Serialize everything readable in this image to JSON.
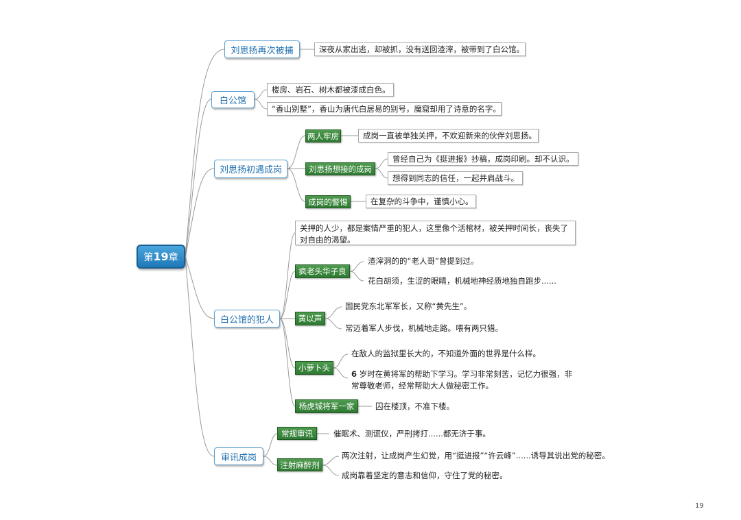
{
  "root": {
    "label_prefix": "第",
    "label_num": "19",
    "label_suffix": "章"
  },
  "branches": {
    "b1": {
      "label": "刘思扬再次被捕",
      "leaf1": "深夜从家出逃，却被抓，没有送回渣滓，被带到了白公馆。"
    },
    "b2": {
      "label": "白公馆",
      "leaf1": "楼房、岩石、树木都被漆成白色。",
      "leaf2": "“香山别墅”，香山为唐代白居易的别号，魔窟却用了诗意的名字。"
    },
    "b3": {
      "label": "刘思扬初遇成岗",
      "t1": "两人牢房",
      "t1_leaf1": "成岗一直被单独关押，不欢迎新来的伙伴刘思扬。",
      "t2": "刘思扬想接的成岗",
      "t2_leaf1": "曾经自己为《挺进报》抄稿，成岗印刷。却不认识。",
      "t2_leaf2": "想得到同志的信任，一起并肩战斗。",
      "t3": "成岗的警惕",
      "t3_leaf1": "在复杂的斗争中，谨慎小心。"
    },
    "b4": {
      "label": "白公馆的犯人",
      "leaf0": "关押的人少，都是案情严重的犯人，这里像个活棺材，被关押时间长，丧失了对自由的渴望。",
      "t1": "疯老头华子良",
      "t1_leaf1": "渣滓洞的的“老人哥”曾提到过。",
      "t1_leaf2": "花白胡须，生涩的眼睛，机械地神经质地独自跑步......",
      "t2": "黄以声",
      "t2_leaf1": "国民党东北军军长，又称“黄先生”。",
      "t2_leaf2": "常迈着军人步伐，机械地走路。喂有两只猎。",
      "t3": "小萝卜头",
      "t3_leaf1": "在敌人的监狱里长大的，不知道外面的世界是什么样。",
      "t3_leaf2_num": "6",
      "t3_leaf2": " 岁时在黄将军的帮助下学习。学习非常刻苦，记忆力很强，非常尊敬老师，经常帮助大人做秘密工作。",
      "t4": "杨虎城将军一家",
      "t4_leaf1": "囚在楼顶，不准下楼。"
    },
    "b5": {
      "label": "审讯成岗",
      "t1": "常规审讯",
      "t1_leaf1": "催眠术、测谎仪，严刑拷打......都无济于事。",
      "t2": "注射麻醉剂",
      "t2_leaf1": "两次注射，让成岗产生幻觉，用“挺进报”“许云峰”......诱导其说出党的秘密。",
      "t2_leaf2": "成岗靠着坚定的意志和信仰，守住了党的秘密。"
    }
  },
  "page_number": "19",
  "colors": {
    "root": "#2a86c8",
    "branch_border": "#5aa0d0",
    "tag": "#3a8a3e",
    "link": "#9a9a9a"
  }
}
